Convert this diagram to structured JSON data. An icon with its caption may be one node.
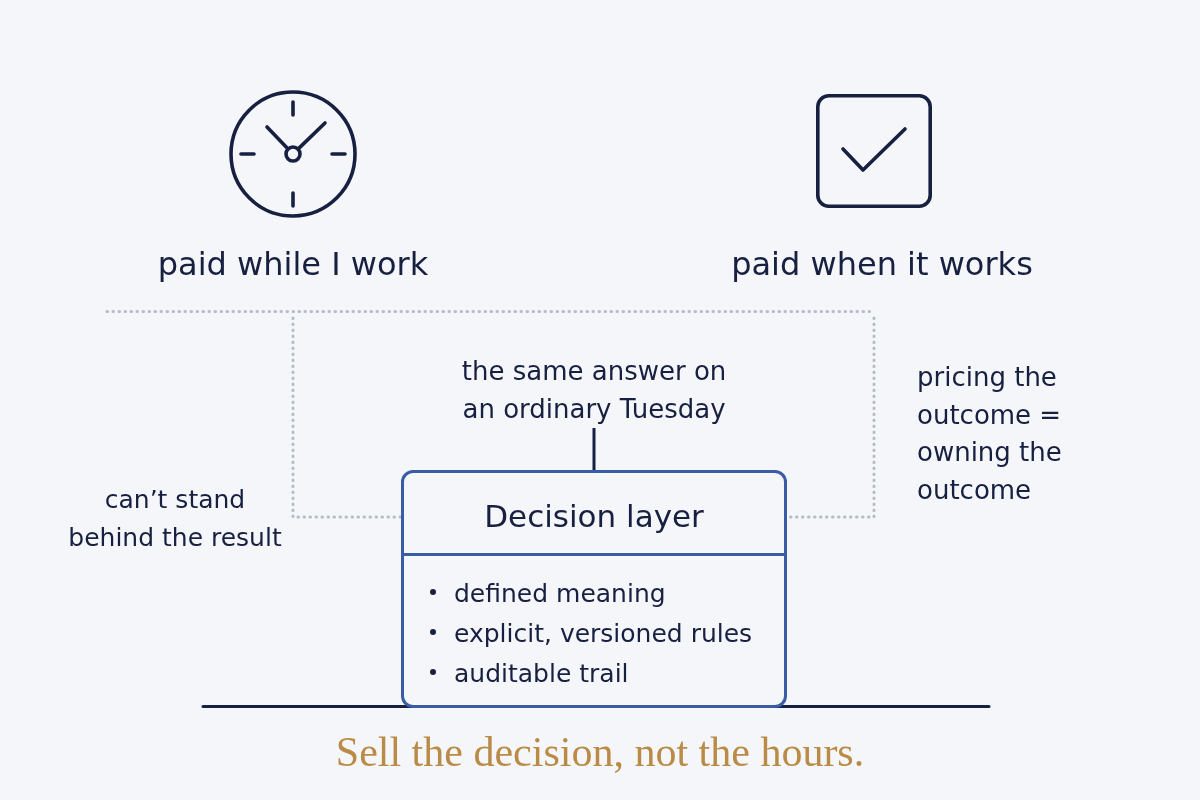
{
  "diagram": {
    "caption": "Sell the decision, not the hours.",
    "nodes": [
      {
        "text": [
          "paid while I work"
        ]
      },
      {
        "text": [
          "paid when it works"
        ]
      },
      {
        "text": [
          "the same answer on an ordinary Tuesday"
        ]
      },
      {
        "text": [
          "Decision layer",
          "defined meaning",
          "explicit, versioned rules",
          "auditable trail"
        ]
      }
    ],
    "edges": [
      {
        "from": 0,
        "to": 3,
        "arrow": "none",
        "style": "dashed"
      },
      {
        "from": 1,
        "to": 3,
        "arrow": "none",
        "style": "dashed"
      },
      {
        "from": 2,
        "to": 3,
        "arrow": "none",
        "color": "#172040"
      }
    ],
    "labels": [
      "can’t stand behind the result",
      "pricing the outcome = owning the outcome"
    ]
  }
}
